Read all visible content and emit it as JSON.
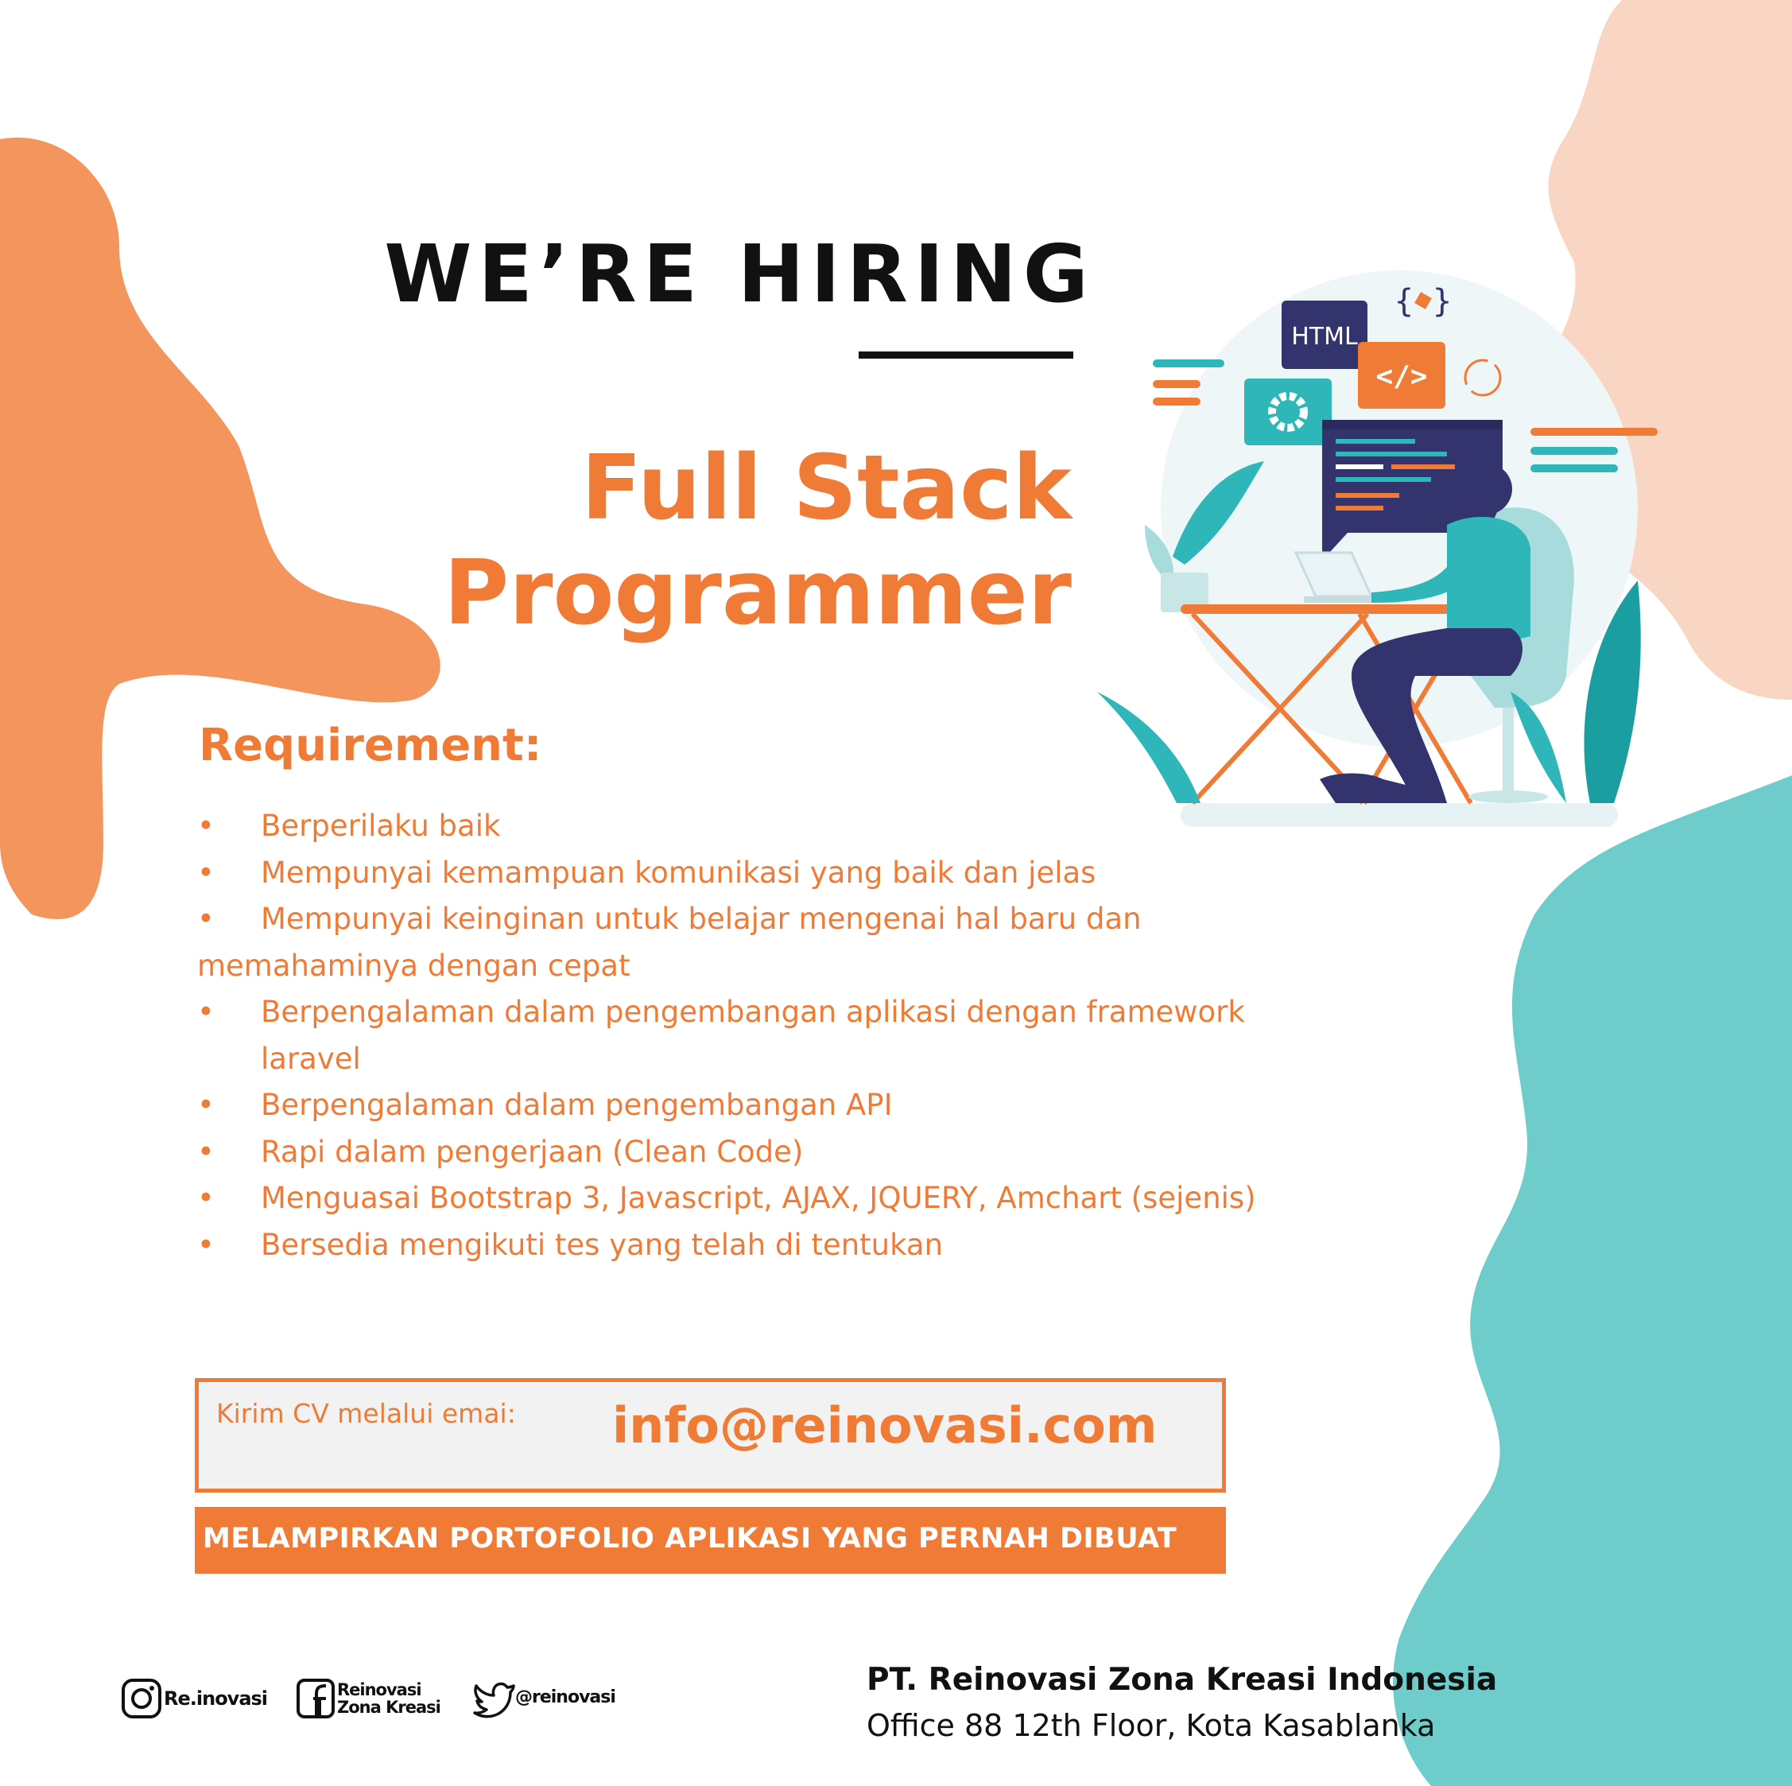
{
  "header": {
    "title": "WE’RE HIRING"
  },
  "position": {
    "line1": "Full Stack",
    "line2": "Programmer"
  },
  "illustration": {
    "html_label": "HTML",
    "code_label": "</>",
    "braces_label": "{ }"
  },
  "requirements": {
    "heading": "Requirement:",
    "bullet": "•",
    "items": [
      "Berperilaku baik",
      "Mempunyai kemampuan komunikasi yang baik dan jelas",
      "Mempunyai keinginan untuk belajar mengenai hal baru dan",
      "memahaminya dengan cepat",
      "Berpengalaman dalam pengembangan aplikasi dengan framework laravel",
      "Berpengalaman dalam pengembangan API",
      "Rapi dalam pengerjaan (Clean Code)",
      "Menguasai Bootstrap 3, Javascript, AJAX, JQUERY, Amchart (sejenis)",
      "Bersedia mengikuti tes yang telah di tentukan"
    ]
  },
  "contact": {
    "label": "Kirim CV melalui emai:",
    "email": "info@reinovasi.com",
    "portfolio_note": "MELAMPIRKAN PORTOFOLIO APLIKASI YANG PERNAH DIBUAT"
  },
  "social": {
    "instagram": "Re.inovasi",
    "facebook_line1": "Reinovasi",
    "facebook_line2": "Zona Kreasi",
    "twitter": "@reinovasi"
  },
  "company": {
    "name": "PT. Reinovasi Zona Kreasi Indonesia",
    "address": "Office 88 12th Floor, Kota Kasablanka"
  },
  "colors": {
    "orange": "#f07b36",
    "blob_orange": "#f4955e",
    "peach": "#f9d6c4",
    "teal": "#6ecdcb",
    "navy": "#33336e"
  }
}
